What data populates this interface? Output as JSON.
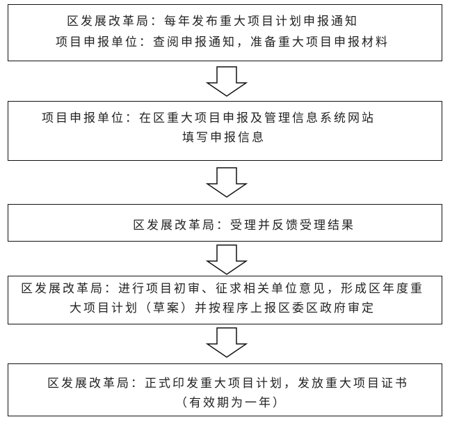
{
  "steps": [
    {
      "lines": [
        "区发展改革局：每年发布重大项目计划申报通知",
        "项目申报单位：查阅申报通知，准备重大项目申报材料"
      ]
    },
    {
      "lines": [
        "项目申报单位：在区重大项目申报及管理信息系统网站",
        "填写申报信息"
      ]
    },
    {
      "lines": [
        "区发展改革局：受理并反馈受理结果"
      ]
    },
    {
      "lines": [
        "区发展改革局：进行项目初审、征求相关单位意见，形成区年度重",
        "大项目计划（草案）并按程序上报区委区政府审定"
      ]
    },
    {
      "lines": [
        "区发展改革局：正式印发重大项目计划，发放重大项目证书",
        "（有效期为一年）"
      ]
    }
  ]
}
